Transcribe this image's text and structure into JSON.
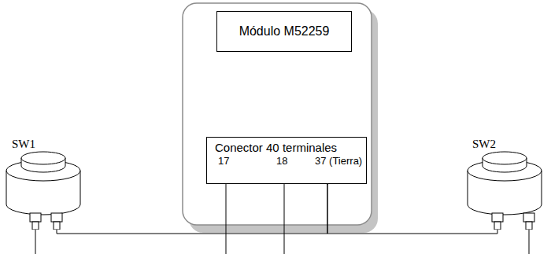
{
  "diagram": {
    "nodes": [
      {
        "text": [
          "Módulo M52259"
        ]
      },
      {
        "text": [
          "Conector 40 terminales"
        ]
      },
      {
        "text": [
          "SW1"
        ]
      },
      {
        "text": [
          "SW2"
        ]
      }
    ],
    "edges": [
      {
        "from": 2,
        "to": 1,
        "arrow": "none"
      },
      {
        "from": 3,
        "to": 1,
        "arrow": "none"
      }
    ],
    "labels": [
      "17",
      "18",
      "37 (Tierra)"
    ]
  }
}
